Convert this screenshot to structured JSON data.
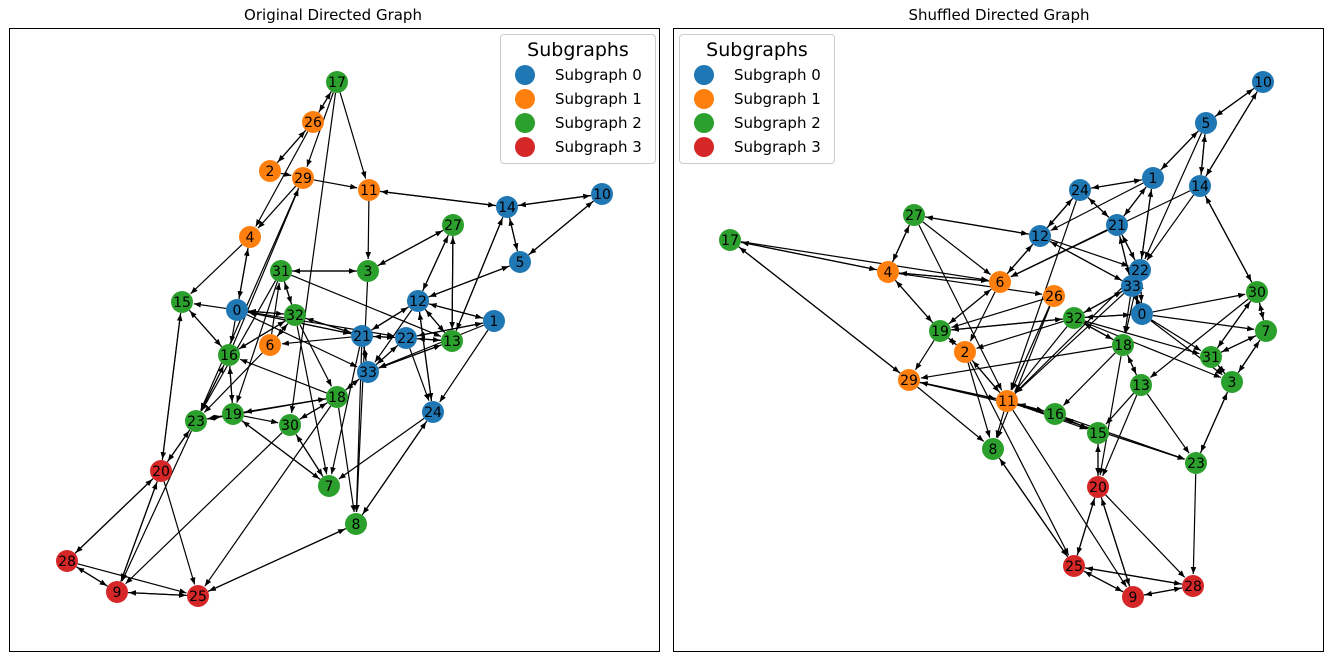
{
  "colors": {
    "subgraph_0": "#1f77b4",
    "subgraph_1": "#ff7f0e",
    "subgraph_2": "#2ca02c",
    "subgraph_3": "#d62728",
    "edge": "#000000"
  },
  "legend": {
    "title": "Subgraphs",
    "items": [
      {
        "label": "Subgraph 0",
        "color": "#1f77b4"
      },
      {
        "label": "Subgraph 1",
        "color": "#ff7f0e"
      },
      {
        "label": "Subgraph 2",
        "color": "#2ca02c"
      },
      {
        "label": "Subgraph 3",
        "color": "#d62728"
      }
    ]
  },
  "panels": [
    {
      "title": "Original Directed Graph"
    },
    {
      "title": "Shuffled Directed Graph"
    }
  ],
  "nodes": [
    {
      "id": "0",
      "group": 0
    },
    {
      "id": "1",
      "group": 0
    },
    {
      "id": "5",
      "group": 0
    },
    {
      "id": "10",
      "group": 0
    },
    {
      "id": "12",
      "group": 0
    },
    {
      "id": "14",
      "group": 0
    },
    {
      "id": "21",
      "group": 0
    },
    {
      "id": "22",
      "group": 0
    },
    {
      "id": "24",
      "group": 0
    },
    {
      "id": "33",
      "group": 0
    },
    {
      "id": "2",
      "group": 1
    },
    {
      "id": "4",
      "group": 1
    },
    {
      "id": "6",
      "group": 1
    },
    {
      "id": "11",
      "group": 1
    },
    {
      "id": "26",
      "group": 1
    },
    {
      "id": "29",
      "group": 1
    },
    {
      "id": "3",
      "group": 2
    },
    {
      "id": "7",
      "group": 2
    },
    {
      "id": "8",
      "group": 2
    },
    {
      "id": "13",
      "group": 2
    },
    {
      "id": "15",
      "group": 2
    },
    {
      "id": "16",
      "group": 2
    },
    {
      "id": "17",
      "group": 2
    },
    {
      "id": "18",
      "group": 2
    },
    {
      "id": "19",
      "group": 2
    },
    {
      "id": "23",
      "group": 2
    },
    {
      "id": "27",
      "group": 2
    },
    {
      "id": "30",
      "group": 2
    },
    {
      "id": "31",
      "group": 2
    },
    {
      "id": "32",
      "group": 2
    },
    {
      "id": "9",
      "group": 3
    },
    {
      "id": "20",
      "group": 3
    },
    {
      "id": "25",
      "group": 3
    },
    {
      "id": "28",
      "group": 3
    }
  ]
}
